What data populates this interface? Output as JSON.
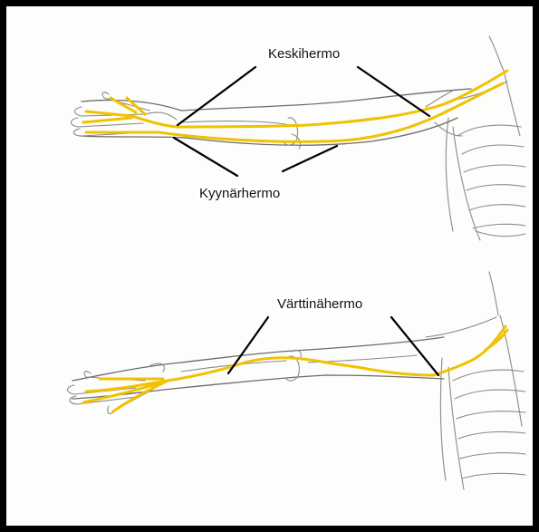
{
  "labels": {
    "median_nerve": "Keskihermo",
    "ulnar_nerve": "Kyynärhermo",
    "radial_nerve": "Värttinähermo"
  },
  "colors": {
    "frame": "#000000",
    "nerve": "#f2c200",
    "sketch": "#8a8a8a",
    "background": "#fdfdfb"
  }
}
